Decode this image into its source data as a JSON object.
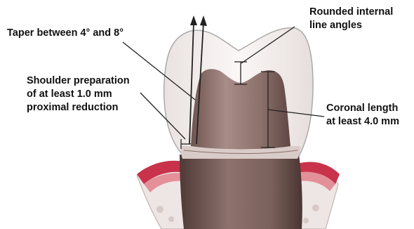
{
  "diagram": {
    "labels": {
      "taper": [
        "Taper between 4° and 8°"
      ],
      "shoulder": [
        "Shoulder preparation",
        "of at least 1.0 mm",
        "proximal reduction"
      ],
      "rounded": [
        "Rounded internal",
        "line angles"
      ],
      "coronal": [
        "Coronal length",
        "at least 4.0 mm"
      ]
    },
    "colors": {
      "crown_outline": "#aaaaaa",
      "crown_fill": "#f7f2f0",
      "prep_fill": "#8f7470",
      "root_fill": "#7a605b",
      "gum": "#c8334b",
      "leader": "#222222"
    }
  }
}
